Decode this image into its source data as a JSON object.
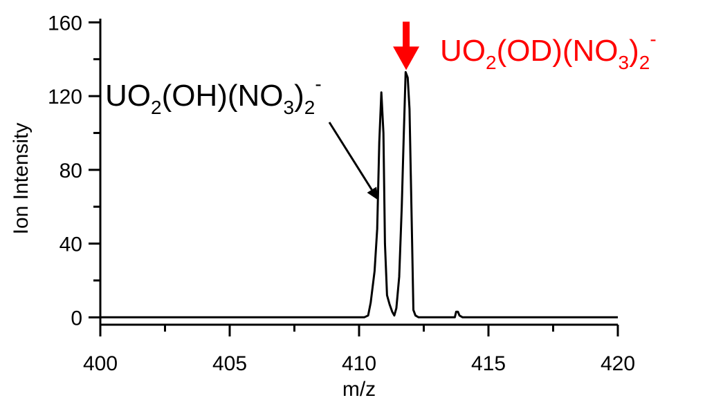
{
  "chart_data": {
    "type": "line",
    "xlabel": "m/z",
    "ylabel": "Ion Intensity",
    "xlim": [
      400,
      420
    ],
    "ylim": [
      -4,
      162
    ],
    "x_ticks": [
      400,
      405,
      410,
      415,
      420
    ],
    "y_ticks": [
      0,
      40,
      80,
      120,
      160
    ],
    "grid": false,
    "colors": {
      "trace": "#000000",
      "highlight": "#ff0000"
    },
    "series": [
      {
        "x": [
          400,
          410.2,
          410.35,
          410.45,
          410.6,
          410.7,
          410.78,
          410.86,
          410.94,
          411.0,
          411.08,
          411.18,
          411.28,
          411.36,
          411.44,
          411.55,
          411.65,
          411.72,
          411.8,
          411.88,
          411.95,
          412.05,
          412.1,
          412.18,
          412.3,
          412.5,
          413.7,
          413.75,
          413.82,
          413.88,
          414.0,
          420
        ],
        "y": [
          0,
          0,
          1,
          8,
          25,
          48,
          95,
          122,
          100,
          40,
          12,
          7,
          3,
          1,
          5,
          22,
          60,
          95,
          133,
          130,
          113,
          40,
          4,
          1,
          0,
          0,
          0,
          3,
          3,
          1,
          0,
          0
        ]
      }
    ],
    "annotations": {
      "left": {
        "base": "UO",
        "sub1": "2",
        "mid": "(OH)(NO",
        "sub2": "3",
        "close": ")",
        "sub3": "2",
        "sup": "-",
        "arrow_to": [
          410.8,
          62
        ]
      },
      "right": {
        "base": "UO",
        "sub1": "2",
        "mid": "(OD)(NO",
        "sub2": "3",
        "close": ")",
        "sub3": "2",
        "sup": "-",
        "marker_at": [
          411.82,
          133
        ]
      }
    }
  }
}
